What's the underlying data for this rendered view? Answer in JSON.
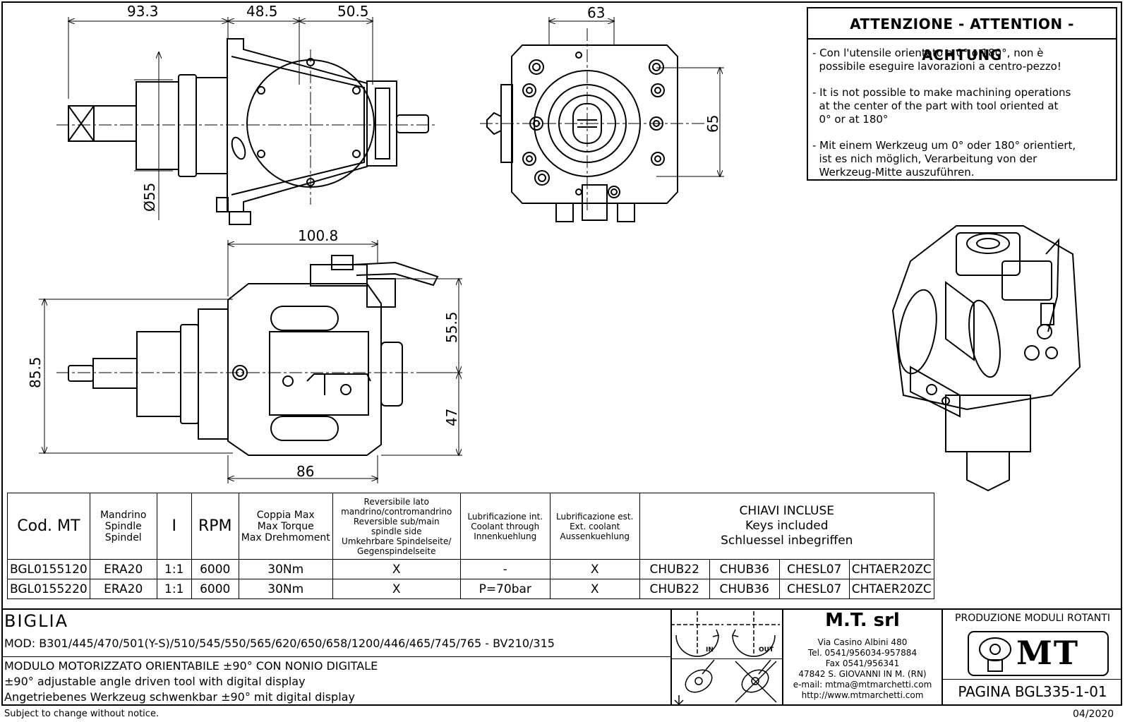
{
  "dimensions": {
    "top_view": {
      "d1": "93.3",
      "d2": "48.5",
      "d3": "50.5",
      "diameter": "Ø55"
    },
    "front_view": {
      "width": "63",
      "height": "65"
    },
    "side_view": {
      "length": "100.8",
      "total_height": "85.5",
      "upper": "55.5",
      "lower": "47",
      "base": "86"
    }
  },
  "warning": {
    "title": "ATTENZIONE - ATTENTION - ACHTUNG",
    "it": [
      "- Con l'utensile orientato a 0° o 180°, non è",
      "  possibile eseguire lavorazioni a centro-pezzo!"
    ],
    "en": [
      "- It is not possible to make machining operations",
      "  at the center of the part with tool oriented at",
      "  0° or at 180°"
    ],
    "de": [
      "- Mit einem Werkzeug um 0° oder 180° orientiert,",
      "  ist es nich möglich, Verarbeitung von der",
      "  Werkzeug-Mitte auszuführen."
    ]
  },
  "table": {
    "headers": {
      "cod": "Cod. MT",
      "spindle": [
        "Mandrino",
        "Spindle",
        "Spindel"
      ],
      "i": "I",
      "rpm": "RPM",
      "torque": [
        "Coppia Max",
        "Max Torque",
        "Max Drehmoment"
      ],
      "reversible": [
        "Reversibile lato",
        "mandrino/contromandrino",
        "Reversible sub/main",
        "spindle side",
        "Umkehrbare Spindelseite/",
        "Gegenspindelseite"
      ],
      "int_coolant": [
        "Lubrificazione int.",
        "Coolant through",
        "Innenkuehlung"
      ],
      "ext_coolant": [
        "Lubrificazione est.",
        "Ext. coolant",
        "Aussenkuehlung"
      ],
      "keys": [
        "CHIAVI INCLUSE",
        "Keys included",
        "Schluessel inbegriffen"
      ]
    },
    "rows": [
      {
        "cod": "BGL0155120",
        "spindle": "ERA20",
        "i": "1:1",
        "rpm": "6000",
        "torque": "30Nm",
        "reversible": "X",
        "int_coolant": "-",
        "ext_coolant": "X",
        "k1": "CHUB22",
        "k2": "CHUB36",
        "k3": "CHESL07",
        "k4": "CHTAER20ZC"
      },
      {
        "cod": "BGL0155220",
        "spindle": "ERA20",
        "i": "1:1",
        "rpm": "6000",
        "torque": "30Nm",
        "reversible": "X",
        "int_coolant": "P=70bar",
        "ext_coolant": "X",
        "k1": "CHUB22",
        "k2": "CHUB36",
        "k3": "CHESL07",
        "k4": "CHTAER20ZC"
      }
    ]
  },
  "title_block": {
    "brand": "BIGLIA",
    "models": "MOD: B301/445/470/501(Y-S)/510/545/550/565/620/650/658/1200/446/465/745/765 - BV210/315",
    "desc_it": "MODULO MOTORIZZATO ORIENTABILE ±90° CON NONIO DIGITALE",
    "desc_en": "±90° adjustable angle driven tool with digital display",
    "desc_de": "Angetriebenes Werkzeug schwenkbar ±90° mit digital display",
    "in_label": "IN",
    "out_label": "OUT",
    "company": "M.T. srl",
    "address": [
      "Via Casino Albini 480",
      "Tel. 0541/956034-957884",
      "Fax 0541/956341",
      "47842 S. GIOVANNI IN M. (RN)",
      "e-mail: mtma@mtmarchetti.com",
      "http://www.mtmarchetti.com"
    ],
    "production": "PRODUZIONE MODULI ROTANTI",
    "logo": "MT",
    "page": "PAGINA BGL335-1-01"
  },
  "footer": {
    "notice": "Subject to change without notice.",
    "date": "04/2020"
  }
}
